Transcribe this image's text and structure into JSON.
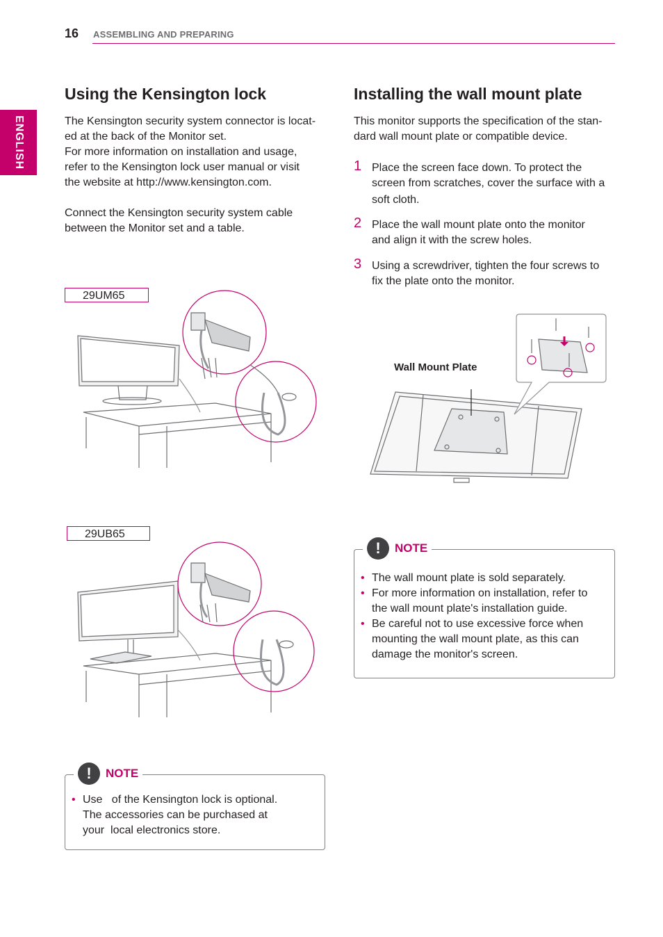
{
  "header": {
    "page_number": "16",
    "section": "ASSEMBLING AND PREPARING"
  },
  "side_tab": {
    "language": "ENGLISH"
  },
  "left": {
    "title": "Using the Kensington lock",
    "para1_line1": "The Kensington security system connector is locat-",
    "para1_line2": "ed at the back of the Monitor set.",
    "para1_line3": "For more information on installation and usage,",
    "para1_line4": "refer to the Kensington lock user manual or visit",
    "para1_line5": "the website at http://www.kensington.com.",
    "para2_line1": "Connect the Kensington security system cable",
    "para2_line2": "between the Monitor set and a table.",
    "model1": "29UM65",
    "model2": "29UB65",
    "note": {
      "label": "NOTE",
      "icon": "exclamation-icon",
      "line1": "Use   of the Kensington lock is optional.",
      "line2": "The accessories can be purchased at",
      "line3": "your  local electronics store."
    }
  },
  "right": {
    "title": "Installing the wall mount plate",
    "intro_line1": "This monitor supports the specification of the stan-",
    "intro_line2": "dard wall mount plate or compatible device.",
    "steps": [
      {
        "num": "1",
        "line1": "Place the screen face down. To protect the",
        "line2": "screen from scratches, cover the surface with a",
        "line3": "soft cloth."
      },
      {
        "num": "2",
        "line1": "Place the wall mount plate onto the monitor",
        "line2": "and align it with the screw holes."
      },
      {
        "num": "3",
        "line1": "Using a screwdriver, tighten the four screws to",
        "line2": "fix the plate onto the monitor."
      }
    ],
    "figure_label": "Wall Mount Plate",
    "note": {
      "label": "NOTE",
      "icon": "exclamation-icon",
      "items": [
        {
          "line1": "The wall mount plate is sold separately."
        },
        {
          "line1": "For more information on installation, refer to",
          "line2": "the wall mount plate's installation guide."
        },
        {
          "line1": "Be careful not to use excessive force when",
          "line2": "mounting the wall mount plate, as this can",
          "line3": "damage the monitor's screen."
        }
      ]
    }
  },
  "colors": {
    "accent": "#c4006a",
    "text": "#231f20",
    "muted": "#6d6e71"
  }
}
